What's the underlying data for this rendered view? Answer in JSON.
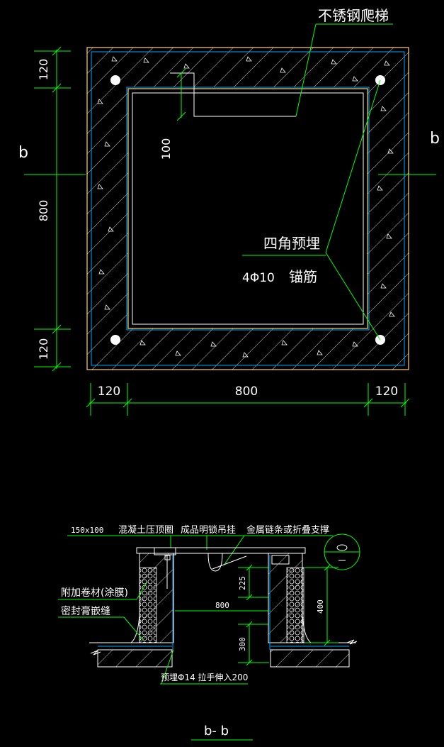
{
  "plan": {
    "label_top": "不锈钢爬梯",
    "section_mark_left": "b",
    "section_mark_right": "b",
    "dim_left_top": "120",
    "dim_left_mid": "800",
    "dim_left_bottom": "120",
    "dim_ladder_offset": "100",
    "dim_bottom_left": "120",
    "dim_bottom_mid": "800",
    "dim_bottom_right": "120",
    "anchor_label_line1": "四角预埋",
    "anchor_label_line2_a": "4Φ10",
    "anchor_label_line2_b": "锚筋"
  },
  "section": {
    "label_150x100": "150x100",
    "label_ring_beam": "混凝土压顶圈",
    "label_lock": "成品明锁吊挂",
    "label_chain": "金属链条或折叠支撑",
    "label_extra_membrane": "附加卷材(涂膜)",
    "label_sealant": "密封膏嵌缝",
    "dim_225": "225",
    "dim_800": "800",
    "dim_300": "300",
    "dim_400": "400",
    "label_embed": "预埋Φ14  拉手伸入200",
    "section_title": "b- b"
  },
  "colors": {
    "background": "#000000",
    "line_white": "#ffffff",
    "dim_green": "#00ff00",
    "outline_yellow": "#ffd27f",
    "rebar_blue": "#00a8ff"
  }
}
